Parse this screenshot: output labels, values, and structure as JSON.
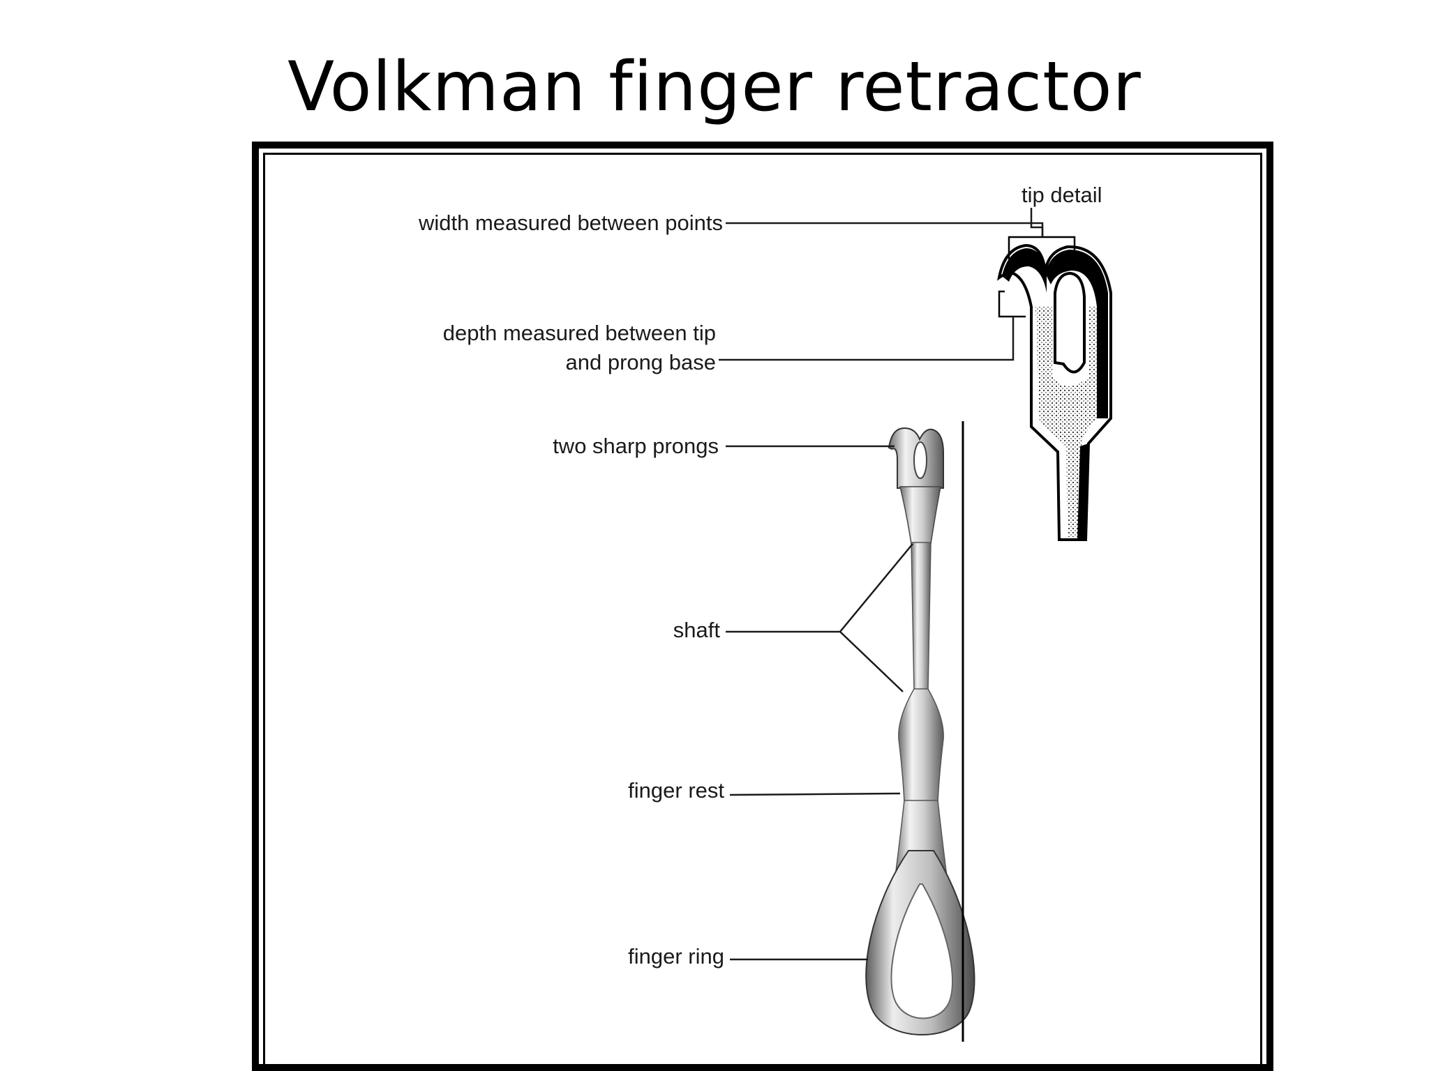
{
  "slide": {
    "title": "Volkman finger retractor"
  },
  "diagram": {
    "labels": {
      "tip_detail": "tip detail",
      "width": "width measured between points",
      "depth_line1": "depth measured between tip",
      "depth_line2": "and prong base",
      "prongs": "two sharp prongs",
      "shaft": "shaft",
      "finger_rest": "finger rest",
      "finger_ring": "finger ring"
    }
  },
  "colors": {
    "background": "#ffffff",
    "ink": "#000000",
    "metal_light": "#e6e6e6",
    "metal_dark": "#7a7a7a"
  }
}
